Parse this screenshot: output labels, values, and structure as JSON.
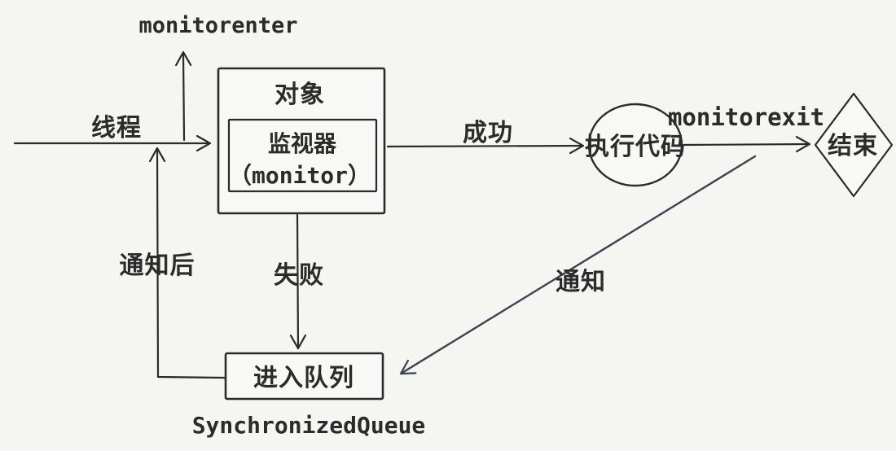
{
  "colors": {
    "bg": "#f5f5f2",
    "paper": "#f8f8f6",
    "ink": "#2b2b2b",
    "notify": "#3d4450"
  },
  "diagram": {
    "nodes": {
      "object_box": {
        "title": "对象",
        "inner_title": "监视器",
        "inner_subtitle": "（monitor）"
      },
      "execute_circle": {
        "label": "执行代码"
      },
      "end_diamond": {
        "label": "结束"
      },
      "queue_box": {
        "label": "进入队列",
        "caption": "SynchronizedQueue"
      }
    },
    "edges": {
      "thread": {
        "label": "线程"
      },
      "monitorenter": {
        "label": "monitorenter"
      },
      "success": {
        "label": "成功"
      },
      "monitorexit": {
        "label": "monitorexit"
      },
      "fail": {
        "label": "失败"
      },
      "notify": {
        "label": "通知"
      },
      "after_notify": {
        "label": "通知后"
      }
    }
  }
}
